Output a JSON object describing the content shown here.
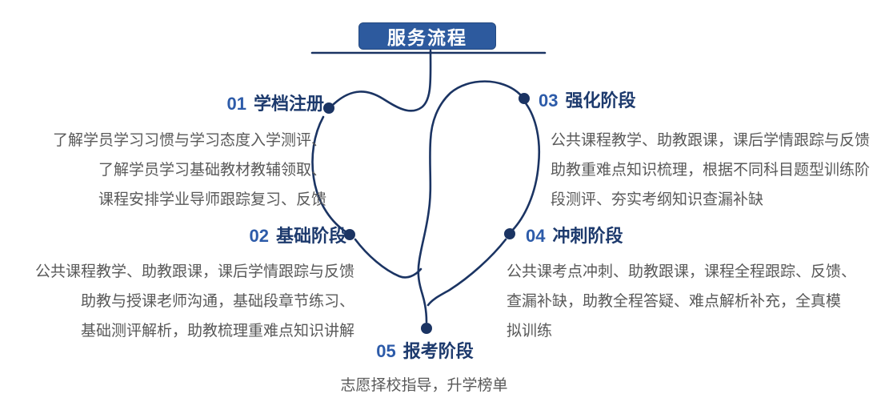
{
  "header": {
    "title": "服务流程"
  },
  "stages": [
    {
      "num": "01",
      "label": "学档注册",
      "desc": "了解学员学习习惯与学习态度入学测评、\n了解学员学习基础教材教辅领取、\n课程安排学业导师跟踪复习、反馈"
    },
    {
      "num": "02",
      "label": "基础阶段",
      "desc": "公共课程教学、助教跟课，课后学情跟踪与反馈\n助教与授课老师沟通，基础段章节练习、\n基础测评解析，助教梳理重难点知识讲解"
    },
    {
      "num": "03",
      "label": "强化阶段",
      "desc": "公共课程教学、助教跟课，课后学情跟踪与反馈\n助教重难点知识梳理，根据不同科目题型训练阶\n段测评、夯实考纲知识查漏补缺"
    },
    {
      "num": "04",
      "label": "冲刺阶段",
      "desc": "公共课考点冲刺、助教跟课，课程全程跟踪、反馈、\n查漏补缺，助教全程答疑、难点解析补充，全真模\n拟训练"
    },
    {
      "num": "05",
      "label": "报考阶段",
      "desc": "志愿择校指导，升学榜单"
    }
  ],
  "colors": {
    "title_box_fill": "#2d5a9e",
    "title_text": "#ffffff",
    "curve_and_dots": "#1b3463",
    "stage_number": "#2d5ba9",
    "stage_label": "#1d3a6d",
    "body_text": "#595959"
  }
}
